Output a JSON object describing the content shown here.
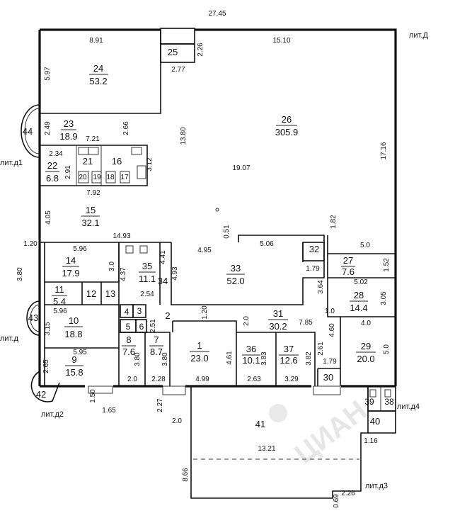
{
  "rooms": [
    {
      "id": "room-24",
      "num": "24",
      "area": "53.2"
    },
    {
      "id": "room-25",
      "num": "25",
      "area": ""
    },
    {
      "id": "room-26",
      "num": "26",
      "area": "305.9"
    },
    {
      "id": "room-23",
      "num": "23",
      "area": "18.9"
    },
    {
      "id": "room-21",
      "num": "21",
      "area": ""
    },
    {
      "id": "room-16",
      "num": "16",
      "area": ""
    },
    {
      "id": "room-22",
      "num": "22",
      "area": "6.8"
    },
    {
      "id": "room-20",
      "num": "20",
      "area": ""
    },
    {
      "id": "room-19",
      "num": "19",
      "area": ""
    },
    {
      "id": "room-18",
      "num": "18",
      "area": ""
    },
    {
      "id": "room-17",
      "num": "17",
      "area": ""
    },
    {
      "id": "room-15",
      "num": "15",
      "area": "32.1"
    },
    {
      "id": "room-14",
      "num": "14",
      "area": "17.9"
    },
    {
      "id": "room-35",
      "num": "35",
      "area": "11.1"
    },
    {
      "id": "room-34",
      "num": "34",
      "area": ""
    },
    {
      "id": "room-33",
      "num": "33",
      "area": "52.0"
    },
    {
      "id": "room-32",
      "num": "32",
      "area": ""
    },
    {
      "id": "room-27",
      "num": "27",
      "area": "7.6"
    },
    {
      "id": "room-28",
      "num": "28",
      "area": "14.4"
    },
    {
      "id": "room-11",
      "num": "11",
      "area": "5.4"
    },
    {
      "id": "room-12",
      "num": "12",
      "area": ""
    },
    {
      "id": "room-13",
      "num": "13",
      "area": ""
    },
    {
      "id": "room-4",
      "num": "4",
      "area": ""
    },
    {
      "id": "room-3",
      "num": "3",
      "area": ""
    },
    {
      "id": "room-2",
      "num": "2",
      "area": ""
    },
    {
      "id": "room-5",
      "num": "5",
      "area": ""
    },
    {
      "id": "room-6",
      "num": "6",
      "area": ""
    },
    {
      "id": "room-31",
      "num": "31",
      "area": "30.2"
    },
    {
      "id": "room-10",
      "num": "10",
      "area": "18.8"
    },
    {
      "id": "room-8",
      "num": "8",
      "area": "7.6"
    },
    {
      "id": "room-7",
      "num": "7",
      "area": "8.7"
    },
    {
      "id": "room-1",
      "num": "1",
      "area": "23.0"
    },
    {
      "id": "room-36",
      "num": "36",
      "area": "10.1"
    },
    {
      "id": "room-37",
      "num": "37",
      "area": "12.6"
    },
    {
      "id": "room-29",
      "num": "29",
      "area": "20.0"
    },
    {
      "id": "room-9",
      "num": "9",
      "area": "15.8"
    },
    {
      "id": "room-30",
      "num": "30",
      "area": ""
    },
    {
      "id": "room-44",
      "num": "44",
      "area": ""
    },
    {
      "id": "room-43",
      "num": "43",
      "area": ""
    },
    {
      "id": "room-42",
      "num": "42",
      "area": ""
    },
    {
      "id": "room-41",
      "num": "41",
      "area": ""
    },
    {
      "id": "room-40",
      "num": "40",
      "area": ""
    },
    {
      "id": "room-39",
      "num": "39",
      "area": ""
    },
    {
      "id": "room-38",
      "num": "38",
      "area": ""
    }
  ],
  "dimensions": [
    "27.45",
    "8.91",
    "15.10",
    "2.26",
    "2.77",
    "5.97",
    "17.16",
    "13.80",
    "19.07",
    "2.49",
    "2.66",
    "7.21",
    "2.34",
    "2.91",
    "3.12",
    "7.92",
    "4.05",
    "14.93",
    "0.51",
    "1.82",
    "5.0",
    "1.20",
    "5.96",
    "3.0",
    "4.37",
    "4.41",
    "4.93",
    "4.95",
    "5.06",
    "2.54",
    "1.79",
    "1.52",
    "5.02",
    "3.64",
    "3.05",
    "3.80",
    "5.96",
    "1.20",
    "2.0",
    "7.85",
    "1.0",
    "4.60",
    "4.0",
    "3.15",
    "2.51",
    "3.80",
    "3.80",
    "4.61",
    "3.83",
    "3.82",
    "2.61",
    "1.79",
    "5.0",
    "5.95",
    "2.65",
    "2.0",
    "2.28",
    "4.99",
    "2.63",
    "3.29",
    "1.50",
    "1.65",
    "2.27",
    "2.0",
    "13.21",
    "1.16",
    "8.66",
    "0.69",
    "2.26"
  ],
  "labels": [
    "лит.Д",
    "лит.д1",
    "лит.д",
    "лит.д2",
    "лит.д4",
    "лит.д3"
  ],
  "watermark": "ЦИАН"
}
